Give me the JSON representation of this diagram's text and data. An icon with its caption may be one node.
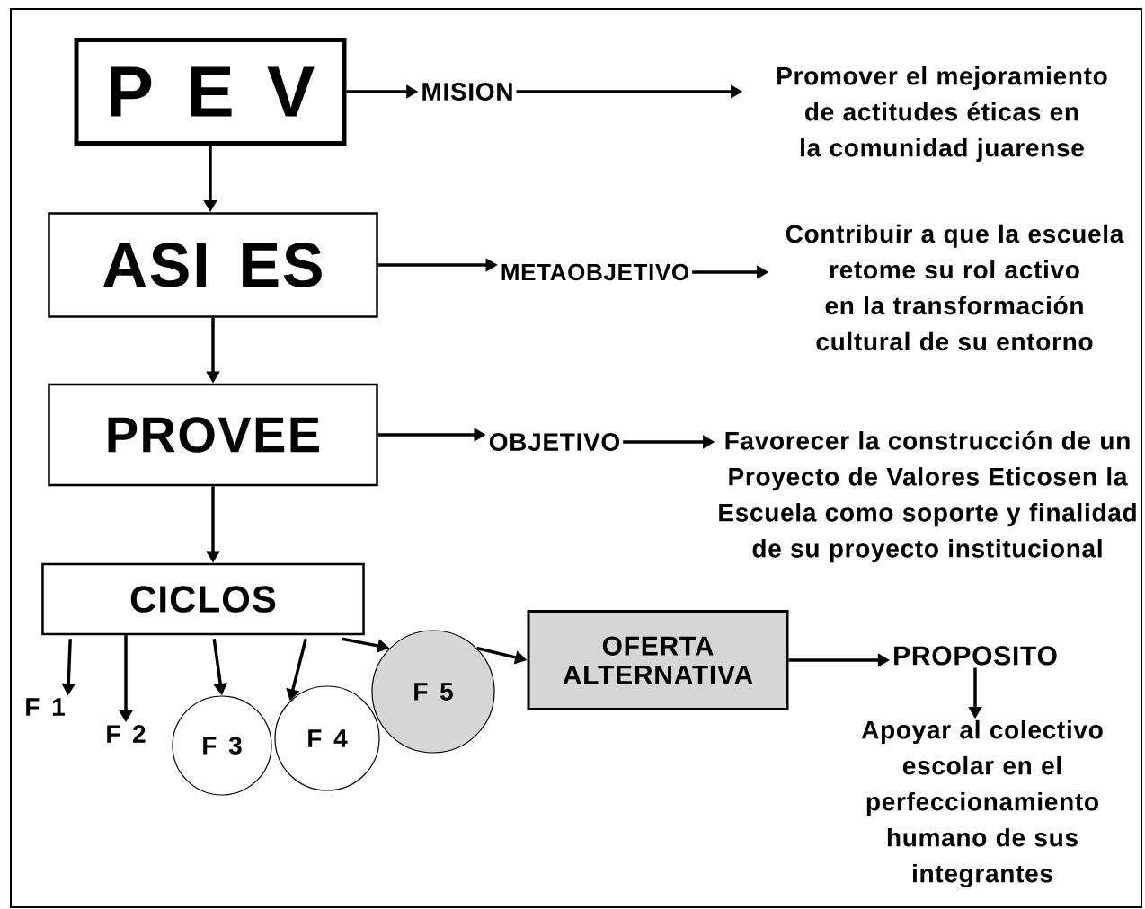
{
  "diagram": {
    "nodes": [
      {
        "text": [
          "P E V"
        ]
      },
      {
        "text": [
          "MISION"
        ]
      },
      {
        "text": [
          "Promover el mejoramiento de actitudes éticas en la comunidad juarense"
        ]
      },
      {
        "text": [
          "ASI ES"
        ]
      },
      {
        "text": [
          "METAOBJETIVO"
        ]
      },
      {
        "text": [
          "Contribuir a que la escuela retome su rol activo en la transformación cultural de su entorno"
        ]
      },
      {
        "text": [
          "PROVEE"
        ]
      },
      {
        "text": [
          "OBJETIVO"
        ]
      },
      {
        "text": [
          "Favorecer la construcción de un Proyecto de Valores Eticosen la Escuela como soporte y finalidad de su proyecto institucional"
        ]
      },
      {
        "text": [
          "CICLOS"
        ]
      },
      {
        "text": [
          "F 1"
        ]
      },
      {
        "text": [
          "F 2"
        ]
      },
      {
        "text": [
          "F 3"
        ]
      },
      {
        "text": [
          "F 4"
        ]
      },
      {
        "text": [
          "F 5"
        ]
      },
      {
        "text": [
          "OFERTA ALTERNATIVA"
        ]
      },
      {
        "text": [
          "PROPOSITO"
        ]
      },
      {
        "text": [
          "Apoyar al colectivo escolar en el perfeccionamiento humano de sus integrantes"
        ]
      }
    ],
    "edges": [
      {
        "from": 0,
        "to": 1,
        "arrow": "to"
      },
      {
        "from": 1,
        "to": 2,
        "arrow": "to"
      },
      {
        "from": 0,
        "to": 3,
        "arrow": "to"
      },
      {
        "from": 3,
        "to": 4,
        "arrow": "to"
      },
      {
        "from": 4,
        "to": 5,
        "arrow": "to"
      },
      {
        "from": 3,
        "to": 6,
        "arrow": "to"
      },
      {
        "from": 6,
        "to": 7,
        "arrow": "to"
      },
      {
        "from": 7,
        "to": 8,
        "arrow": "to"
      },
      {
        "from": 6,
        "to": 9,
        "arrow": "to"
      },
      {
        "from": 9,
        "to": 10,
        "arrow": "to"
      },
      {
        "from": 9,
        "to": 11,
        "arrow": "to"
      },
      {
        "from": 9,
        "to": 12,
        "arrow": "to"
      },
      {
        "from": 9,
        "to": 13,
        "arrow": "to"
      },
      {
        "from": 9,
        "to": 14,
        "arrow": "to"
      },
      {
        "from": 14,
        "to": 15,
        "arrow": "to"
      },
      {
        "from": 15,
        "to": 16,
        "arrow": "to"
      },
      {
        "from": 16,
        "to": 17,
        "arrow": "to"
      }
    ]
  }
}
